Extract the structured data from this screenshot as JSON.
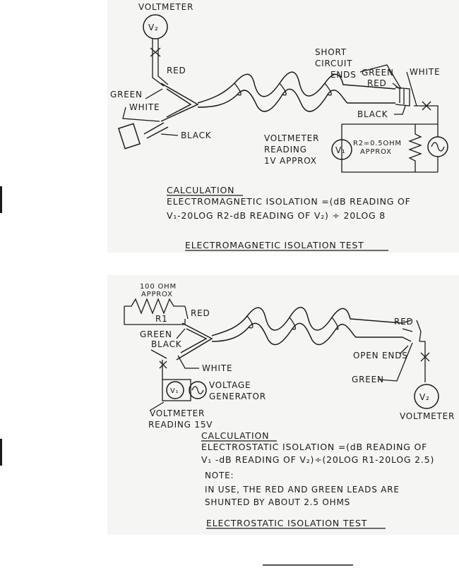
{
  "diagram1": {
    "voltmeter_top": "VOLTMETER",
    "v2_top_symbol": "V₂",
    "red": "RED",
    "green": "GREEN",
    "white": "WHITE",
    "black": "BLACK",
    "short_circuit": [
      "SHORT",
      "CIRCUIT",
      "ENDS"
    ],
    "green_end": "GREEN",
    "red_end": "RED",
    "white_end": "WHITE",
    "black_end": "BLACK",
    "voltmeter_reading": [
      "VOLTMETER",
      "READING",
      "1V APPROX"
    ],
    "v1_symbol": "V₁",
    "r2_label": [
      "R2=0.5OHM",
      "APPROX"
    ],
    "calc_heading": "CALCULATION",
    "calc_line1": "ELECTROMAGNETIC ISOLATION =(dB READING OF",
    "calc_line2": "V₁-20LOG R2-dB READING OF V₂) ÷ 20LOG 8",
    "title": "ELECTROMAGNETIC ISOLATION TEST"
  },
  "diagram2": {
    "resistor_label": [
      "100 OHM",
      "APPROX"
    ],
    "r1": "R1",
    "red": "RED",
    "green": "GREEN",
    "black": "BLACK",
    "white": "WHITE",
    "voltage_generator": [
      "VOLTAGE",
      "GENERATOR"
    ],
    "v1_symbol": "V₁",
    "voltmeter_reading": [
      "VOLTMETER",
      "READING 15V"
    ],
    "red_end": "RED",
    "open_ends": "OPEN ENDS",
    "green_end": "GREEN",
    "v2_symbol": "V₂",
    "voltmeter": "VOLTMETER",
    "calc_heading": "CALCULATION",
    "calc_line1": "ELECTROSTATIC ISOLATION =(dB READING OF",
    "calc_line2": "V₁ -dB READING OF V₂)÷(20LOG R1-20LOG 2.5)",
    "note_heading": "NOTE:",
    "note_line1": "IN USE, THE RED AND GREEN LEADS ARE",
    "note_line2": "SHUNTED BY ABOUT 2.5 OHMS",
    "title": "ELECTROSTATIC ISOLATION TEST"
  }
}
